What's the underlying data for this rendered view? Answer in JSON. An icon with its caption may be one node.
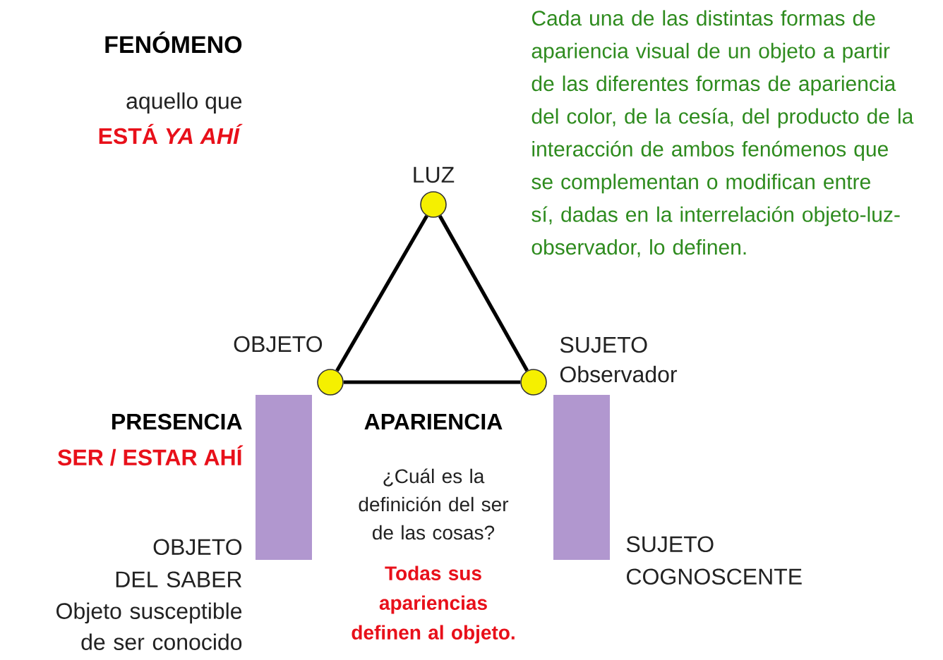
{
  "diagram": {
    "nodes": [
      {
        "text": [],
        "shape": "circle",
        "beside": [
          "LUZ"
        ]
      },
      {
        "text": [],
        "shape": "circle",
        "beside": [
          "OBJETO"
        ]
      },
      {
        "text": [],
        "shape": "circle",
        "beside": [
          "SUJETO Observador"
        ]
      },
      {
        "text": [],
        "shape": "bar"
      },
      {
        "text": [],
        "shape": "bar"
      }
    ],
    "edges": [
      {
        "from": 0,
        "to": 1,
        "arrow": "none"
      },
      {
        "from": 1,
        "to": 2,
        "arrow": "none"
      },
      {
        "from": 2,
        "to": 0,
        "arrow": "none"
      }
    ],
    "labels": [
      "FENÓMENO",
      "aquello que",
      "ESTÁ *YA AHÍ*",
      "Cada una de las distintas formas de apariencia visual de un objeto a partir de las diferentes formas de apariencia del color, de la cesía, del producto de la interacción de ambos fenómenos que se complementan o modifican entre sí, dadas en la interrelación objeto-luz-observador, lo definen.",
      "PRESENCIA",
      "SER / ESTAR AHÍ",
      "APARIENCIA",
      "¿Cuál es la definición del ser de las cosas?",
      "Todas sus apariencias definen al objeto.",
      "OBJETO DEL SABER",
      "Objeto susceptible de ser conocido",
      "SUJETO COGNOSCENTE"
    ]
  }
}
